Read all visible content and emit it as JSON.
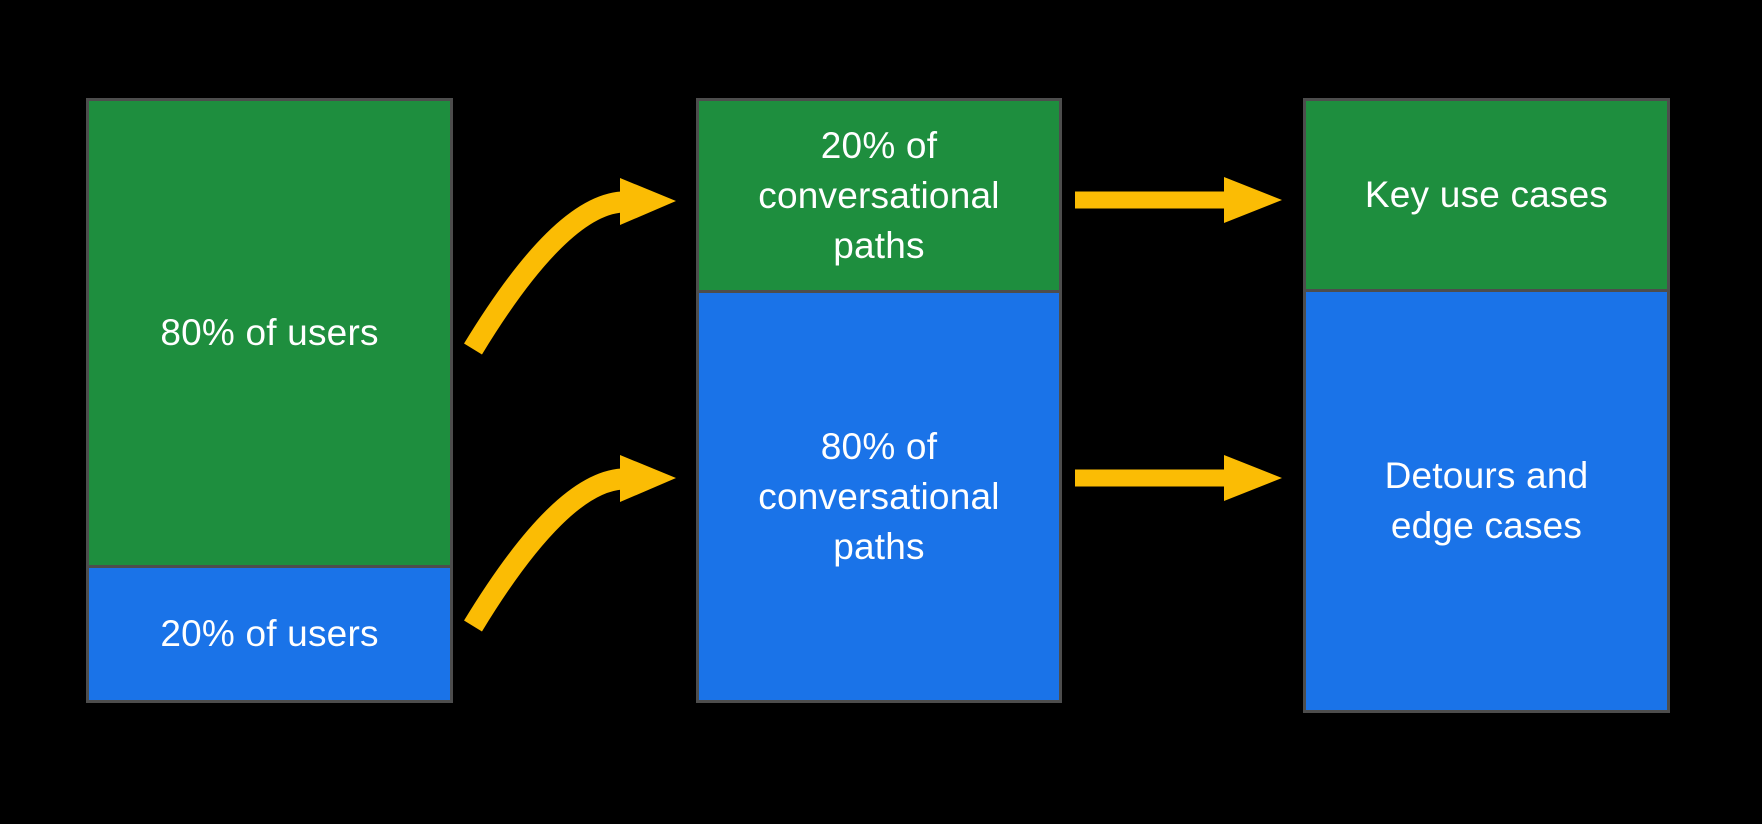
{
  "colors": {
    "background": "#000000",
    "green": "#1e8e3e",
    "blue": "#1a73e8",
    "arrow-yellow": "#fbbc04",
    "bar-border": "#4d4d4d",
    "text": "#ffffff"
  },
  "bars": [
    {
      "name": "users",
      "sections": [
        {
          "color": "green",
          "lines": [
            "80% of users"
          ]
        },
        {
          "color": "blue",
          "lines": [
            "20% of users"
          ]
        }
      ]
    },
    {
      "name": "conversational-paths",
      "sections": [
        {
          "color": "green",
          "lines": [
            "20% of",
            "conversational",
            "paths"
          ]
        },
        {
          "color": "blue",
          "lines": [
            "80% of",
            "conversational",
            "paths"
          ]
        }
      ]
    },
    {
      "name": "outcomes",
      "sections": [
        {
          "color": "green",
          "lines": [
            "Key use cases"
          ]
        },
        {
          "color": "blue",
          "lines": [
            "Detours and",
            "edge cases"
          ]
        }
      ]
    }
  ],
  "arrows": [
    {
      "name": "curved-arrow-top",
      "from": "80% of users",
      "to": "20% of conversational paths"
    },
    {
      "name": "curved-arrow-bottom",
      "from": "20% of users",
      "to": "80% of conversational paths"
    },
    {
      "name": "straight-arrow-top",
      "from": "20% of conversational paths",
      "to": "Key use cases"
    },
    {
      "name": "straight-arrow-bottom",
      "from": "80% of conversational paths",
      "to": "Detours and edge cases"
    }
  ]
}
